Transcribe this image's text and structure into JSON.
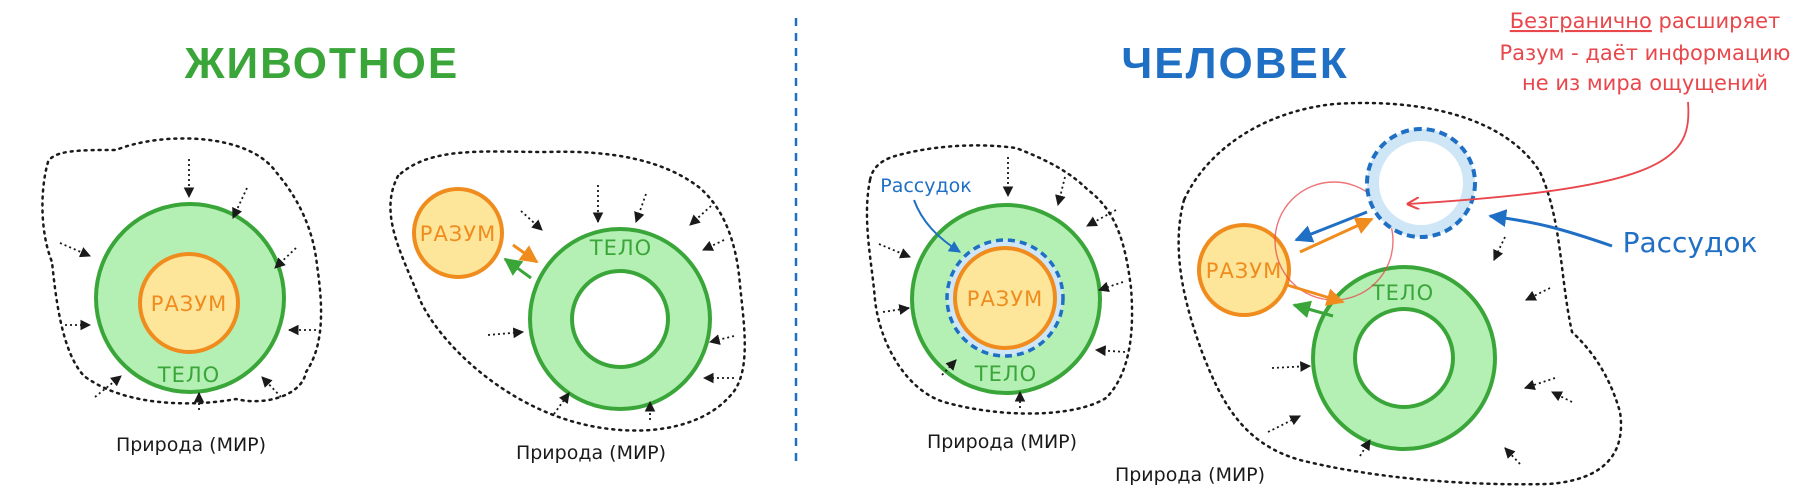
{
  "colors": {
    "green": "#3aa63a",
    "green_fill": "#b4f0b4",
    "blue": "#1f6fc4",
    "orange": "#f08c1e",
    "yellow_fill": "#fde59a",
    "red": "#e8474c",
    "light_blue_fill": "#cfe6f7",
    "dotted": "#1a1a1a"
  },
  "headings": {
    "animal": "ЖИВОТНОЕ",
    "human": "ЧЕЛОВЕК"
  },
  "labels": {
    "mind": "РАЗУМ",
    "body": "ТЕЛО",
    "nature": "Природа (МИР)",
    "reason": "Рассудок"
  },
  "note": {
    "underlined_word": "Безгранично",
    "line1_rest": " расширяет",
    "line2": "Разум - даёт информацию",
    "line3": "не из мира ощущений"
  }
}
